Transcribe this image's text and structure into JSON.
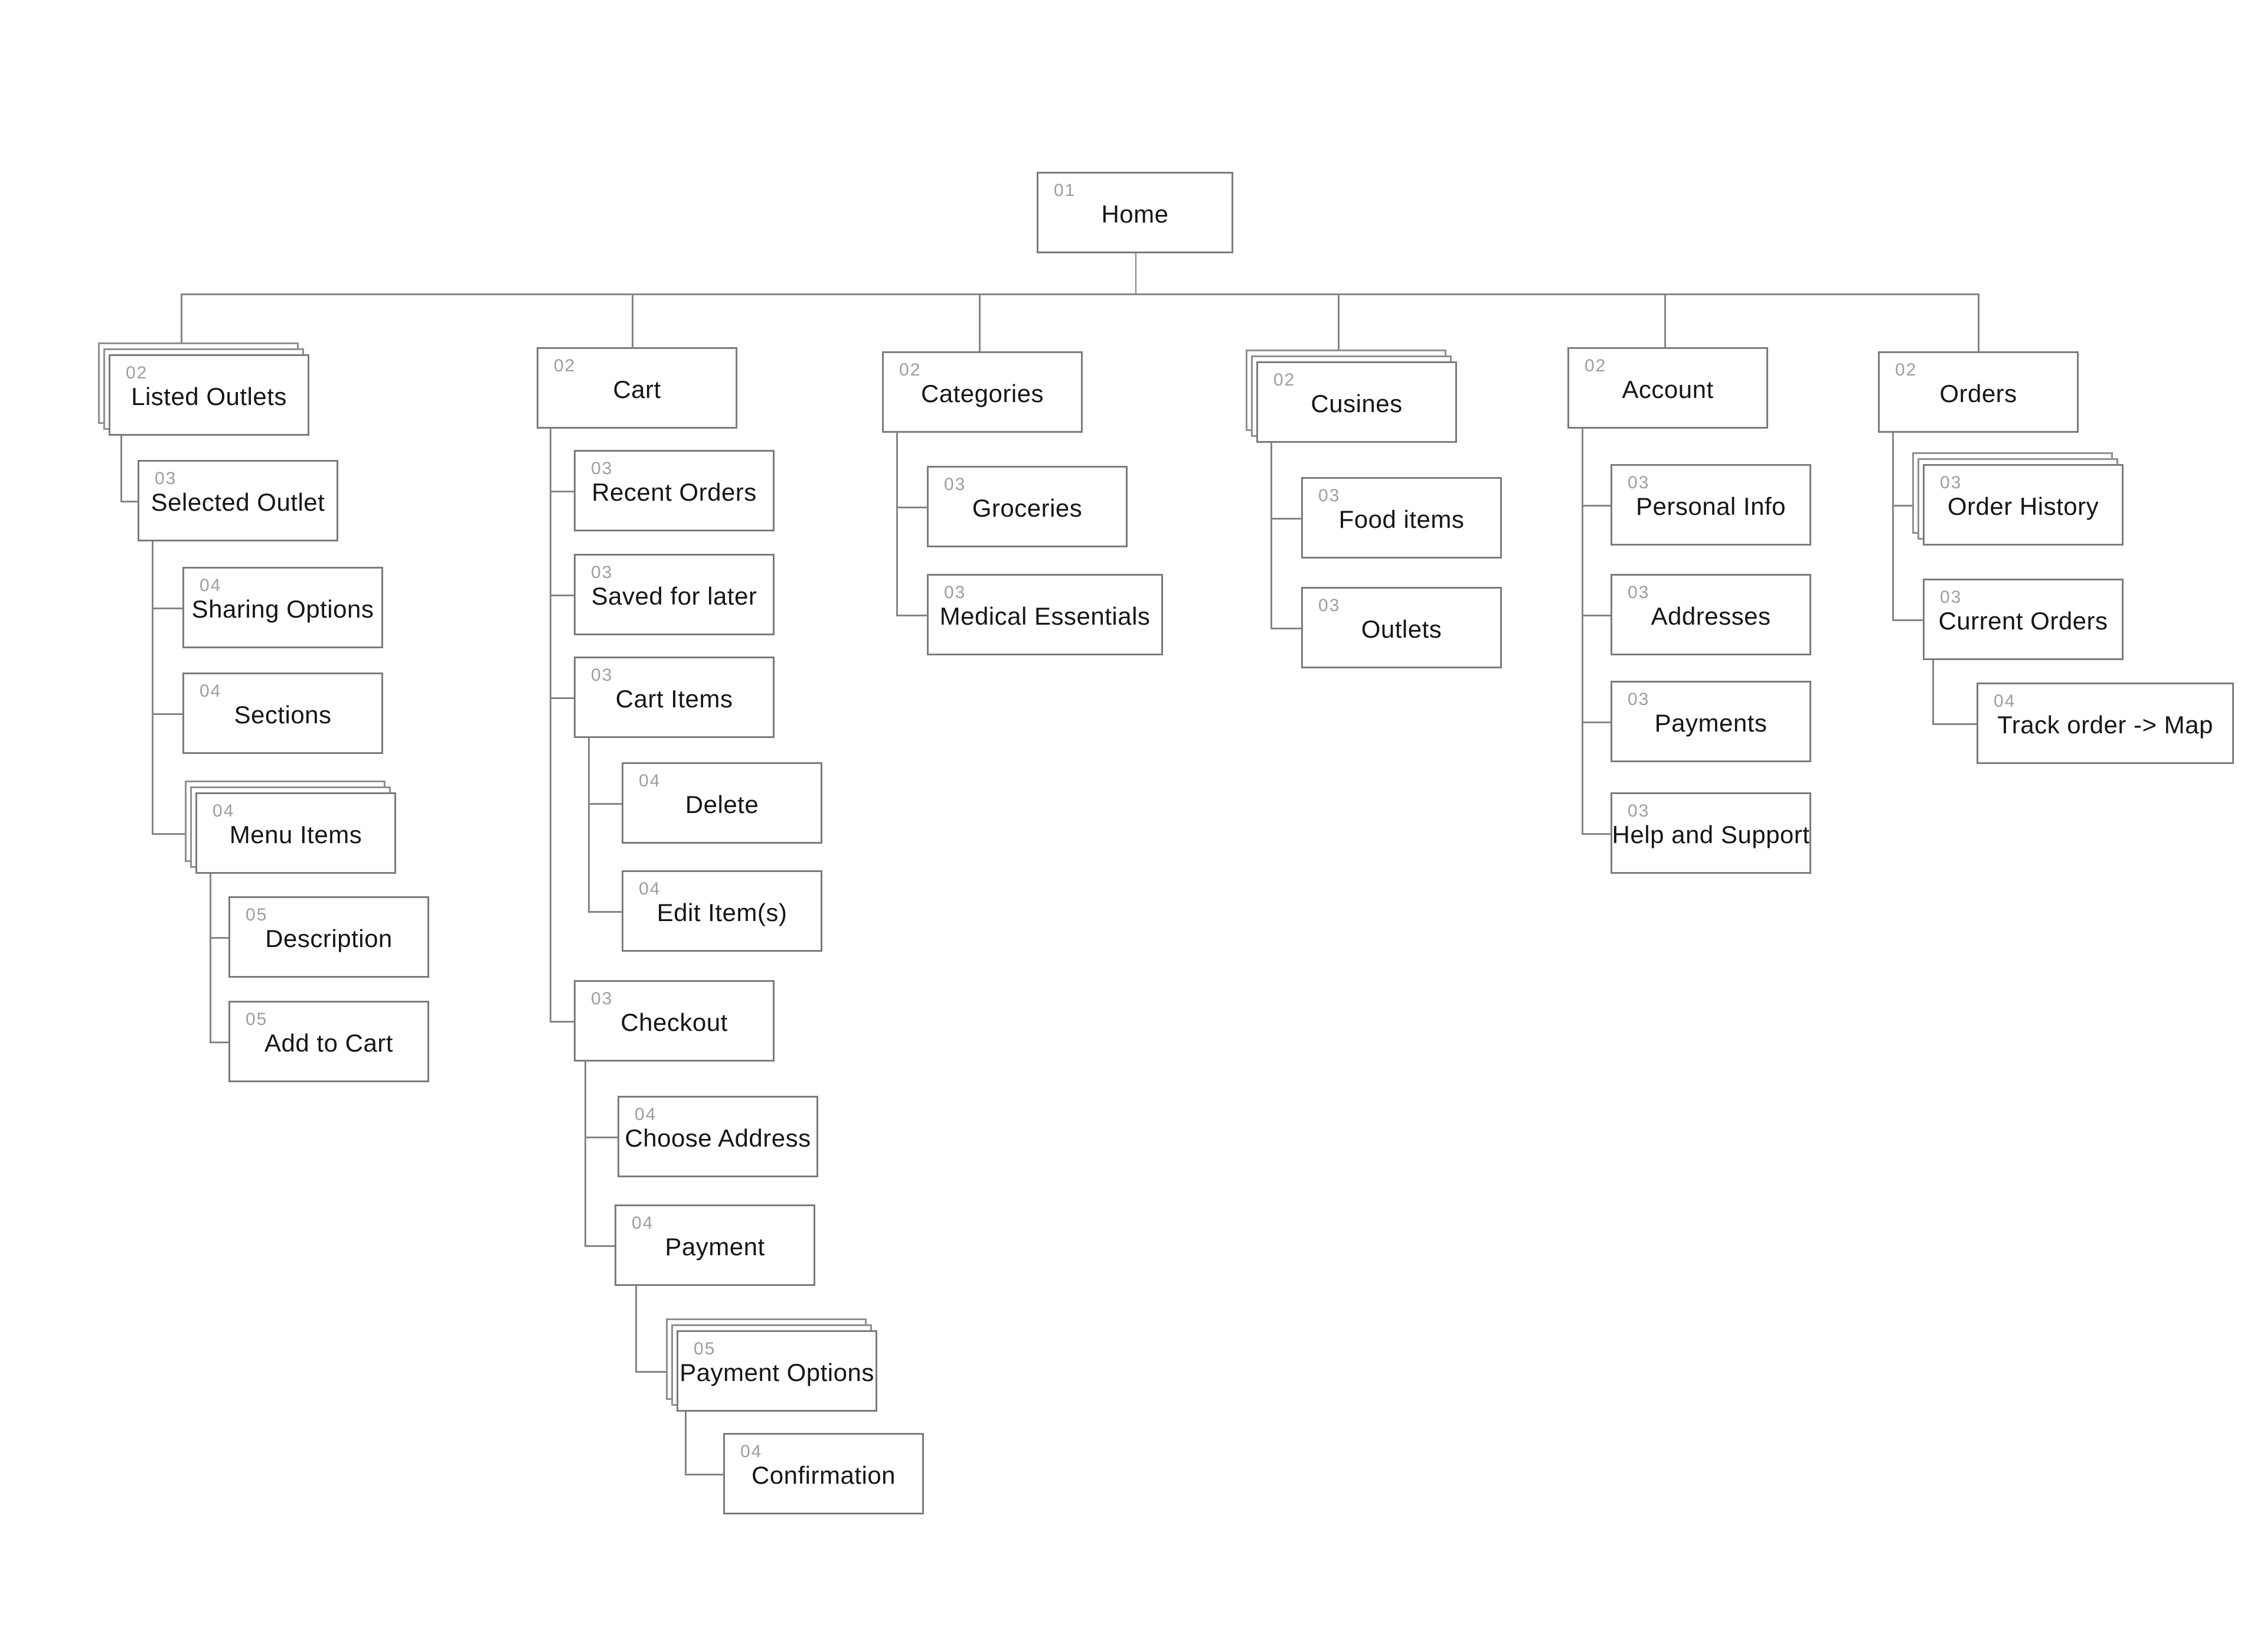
{
  "diagram": {
    "nodes": [
      {
        "id": "home",
        "num": "01",
        "label": "Home",
        "stacked": false,
        "children": [
          "listed-outlets",
          "cart",
          "categories",
          "cusines",
          "account",
          "orders"
        ]
      },
      {
        "id": "listed-outlets",
        "num": "02",
        "label": "Listed Outlets",
        "stacked": true,
        "children": [
          "selected-outlet"
        ]
      },
      {
        "id": "selected-outlet",
        "num": "03",
        "label": "Selected Outlet",
        "stacked": false,
        "children": [
          "sharing-options",
          "sections",
          "menu-items"
        ]
      },
      {
        "id": "sharing-options",
        "num": "04",
        "label": "Sharing Options",
        "stacked": false,
        "children": []
      },
      {
        "id": "sections",
        "num": "04",
        "label": "Sections",
        "stacked": false,
        "children": []
      },
      {
        "id": "menu-items",
        "num": "04",
        "label": "Menu Items",
        "stacked": true,
        "children": [
          "description",
          "add-to-cart"
        ]
      },
      {
        "id": "description",
        "num": "05",
        "label": "Description",
        "stacked": false,
        "children": []
      },
      {
        "id": "add-to-cart",
        "num": "05",
        "label": "Add to Cart",
        "stacked": false,
        "children": []
      },
      {
        "id": "cart",
        "num": "02",
        "label": "Cart",
        "stacked": false,
        "children": [
          "recent-orders",
          "saved-for-later",
          "cart-items",
          "checkout"
        ]
      },
      {
        "id": "recent-orders",
        "num": "03",
        "label": "Recent Orders",
        "stacked": false,
        "children": []
      },
      {
        "id": "saved-for-later",
        "num": "03",
        "label": "Saved for later",
        "stacked": false,
        "children": []
      },
      {
        "id": "cart-items",
        "num": "03",
        "label": "Cart Items",
        "stacked": false,
        "children": [
          "delete",
          "edit-items"
        ]
      },
      {
        "id": "delete",
        "num": "04",
        "label": "Delete",
        "stacked": false,
        "children": []
      },
      {
        "id": "edit-items",
        "num": "04",
        "label": "Edit Item(s)",
        "stacked": false,
        "children": []
      },
      {
        "id": "checkout",
        "num": "03",
        "label": "Checkout",
        "stacked": false,
        "children": [
          "choose-address",
          "payment"
        ]
      },
      {
        "id": "choose-address",
        "num": "04",
        "label": "Choose Address",
        "stacked": false,
        "children": []
      },
      {
        "id": "payment",
        "num": "04",
        "label": "Payment",
        "stacked": false,
        "children": [
          "payment-options"
        ]
      },
      {
        "id": "payment-options",
        "num": "05",
        "label": "Payment Options",
        "stacked": true,
        "children": [
          "confirmation"
        ]
      },
      {
        "id": "confirmation",
        "num": "04",
        "label": "Confirmation",
        "stacked": false,
        "children": []
      },
      {
        "id": "categories",
        "num": "02",
        "label": "Categories",
        "stacked": false,
        "children": [
          "groceries",
          "medical-essentials"
        ]
      },
      {
        "id": "groceries",
        "num": "03",
        "label": "Groceries",
        "stacked": false,
        "children": []
      },
      {
        "id": "medical-essentials",
        "num": "03",
        "label": "Medical Essentials",
        "stacked": false,
        "children": []
      },
      {
        "id": "cusines",
        "num": "02",
        "label": "Cusines",
        "stacked": true,
        "children": [
          "food-items",
          "outlets"
        ]
      },
      {
        "id": "food-items",
        "num": "03",
        "label": "Food items",
        "stacked": false,
        "children": []
      },
      {
        "id": "outlets",
        "num": "03",
        "label": "Outlets",
        "stacked": false,
        "children": []
      },
      {
        "id": "account",
        "num": "02",
        "label": "Account",
        "stacked": false,
        "children": [
          "personal-info",
          "addresses",
          "payments",
          "help-and-support"
        ]
      },
      {
        "id": "personal-info",
        "num": "03",
        "label": "Personal Info",
        "stacked": false,
        "children": []
      },
      {
        "id": "addresses",
        "num": "03",
        "label": "Addresses",
        "stacked": false,
        "children": []
      },
      {
        "id": "payments",
        "num": "03",
        "label": "Payments",
        "stacked": false,
        "children": []
      },
      {
        "id": "help-and-support",
        "num": "03",
        "label": "Help and Support",
        "stacked": false,
        "children": []
      },
      {
        "id": "orders",
        "num": "02",
        "label": "Orders",
        "stacked": false,
        "children": [
          "order-history",
          "current-orders"
        ]
      },
      {
        "id": "order-history",
        "num": "03",
        "label": "Order History",
        "stacked": true,
        "children": []
      },
      {
        "id": "current-orders",
        "num": "03",
        "label": "Current Orders",
        "stacked": false,
        "children": [
          "track-order"
        ]
      },
      {
        "id": "track-order",
        "num": "04",
        "label": "Track order -> Map",
        "stacked": false,
        "children": []
      }
    ]
  }
}
